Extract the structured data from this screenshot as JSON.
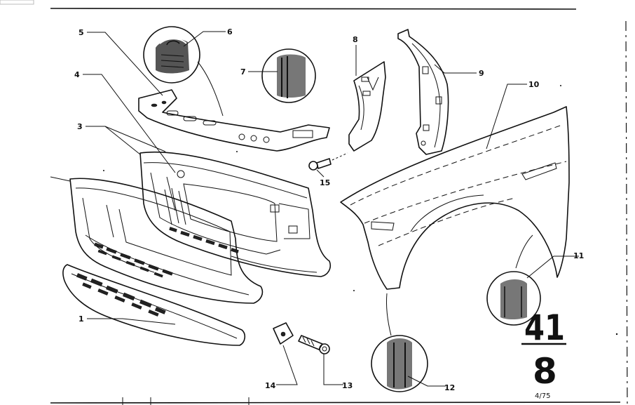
{
  "diagram": {
    "group_number": "41",
    "subgroup_number": "8",
    "date_code": "4/75",
    "callouts": [
      {
        "id": "c1",
        "label": "1"
      },
      {
        "id": "c3",
        "label": "3"
      },
      {
        "id": "c4",
        "label": "4"
      },
      {
        "id": "c5",
        "label": "5"
      },
      {
        "id": "c6",
        "label": "6"
      },
      {
        "id": "c7",
        "label": "7"
      },
      {
        "id": "c8",
        "label": "8"
      },
      {
        "id": "c9",
        "label": "9"
      },
      {
        "id": "c10",
        "label": "10"
      },
      {
        "id": "c11",
        "label": "11"
      },
      {
        "id": "c12",
        "label": "12"
      },
      {
        "id": "c13",
        "label": "13"
      },
      {
        "id": "c14",
        "label": "14"
      },
      {
        "id": "c15",
        "label": "15"
      }
    ]
  }
}
